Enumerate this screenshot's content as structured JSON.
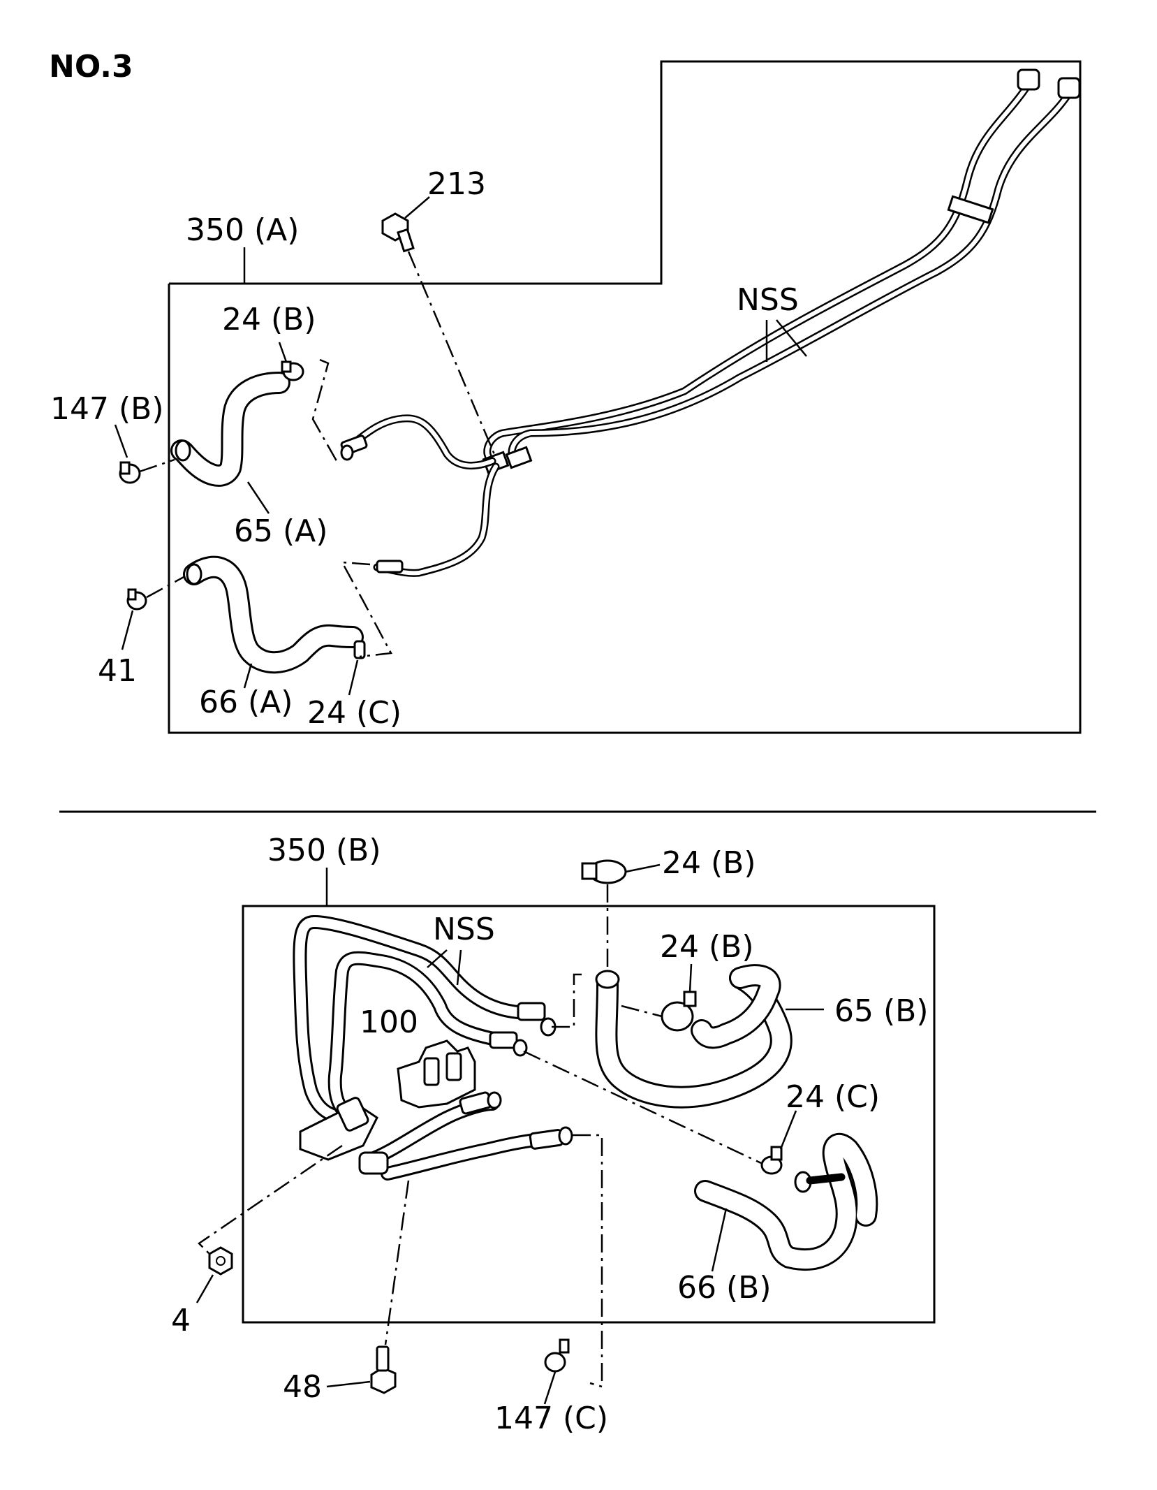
{
  "page_title": "NO.3",
  "top_panel": {
    "labels": {
      "assembly": "350 (A)",
      "bolt": "213",
      "nss": "NSS",
      "clamp_b": "24 (B)",
      "clip_b": "147 (B)",
      "hose_a": "65 (A)",
      "clip_41": "41",
      "hose_66a": "66 (A)",
      "clamp_c": "24 (C)"
    }
  },
  "bottom_panel": {
    "labels": {
      "assembly": "350 (B)",
      "clamp_b_top": "24 (B)",
      "nss": "NSS",
      "clamp_b_mid": "24 (B)",
      "hose_b": "65 (B)",
      "bracket": "100",
      "clamp_c": "24 (C)",
      "nut": "4",
      "hose_66b": "66 (B)",
      "bolt": "48",
      "clip_c": "147 (C)"
    }
  }
}
